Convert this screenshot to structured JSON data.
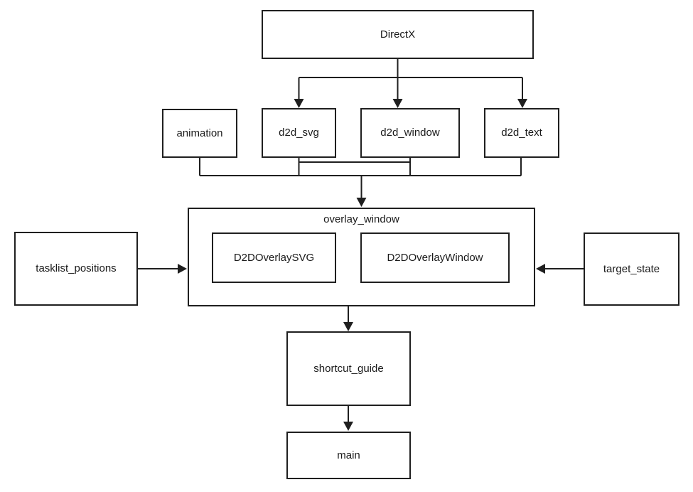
{
  "nodes": {
    "directx": {
      "label": "DirectX"
    },
    "animation": {
      "label": "animation"
    },
    "d2d_svg": {
      "label": "d2d_svg"
    },
    "d2d_window": {
      "label": "d2d_window"
    },
    "d2d_text": {
      "label": "d2d_text"
    },
    "overlay_window": {
      "label": "overlay_window"
    },
    "d2d_overlay_svg": {
      "label": "D2DOverlaySVG"
    },
    "d2d_overlay_window": {
      "label": "D2DOverlayWindow"
    },
    "tasklist_positions": {
      "label": "tasklist_positions"
    },
    "target_state": {
      "label": "target_state"
    },
    "shortcut_guide": {
      "label": "shortcut_guide"
    },
    "main": {
      "label": "main"
    }
  },
  "edges": [
    {
      "from": "DirectX",
      "to": "d2d_svg"
    },
    {
      "from": "DirectX",
      "to": "d2d_window"
    },
    {
      "from": "DirectX",
      "to": "d2d_text"
    },
    {
      "from": "animation",
      "to": "overlay_window"
    },
    {
      "from": "d2d_svg",
      "to": "overlay_window"
    },
    {
      "from": "d2d_window",
      "to": "overlay_window"
    },
    {
      "from": "d2d_text",
      "to": "overlay_window"
    },
    {
      "from": "tasklist_positions",
      "to": "overlay_window"
    },
    {
      "from": "target_state",
      "to": "overlay_window"
    },
    {
      "from": "overlay_window",
      "to": "shortcut_guide"
    },
    {
      "from": "shortcut_guide",
      "to": "main"
    }
  ],
  "colors": {
    "stroke": "#1f1f1f",
    "text": "#1a1a1a",
    "background": "#ffffff"
  }
}
